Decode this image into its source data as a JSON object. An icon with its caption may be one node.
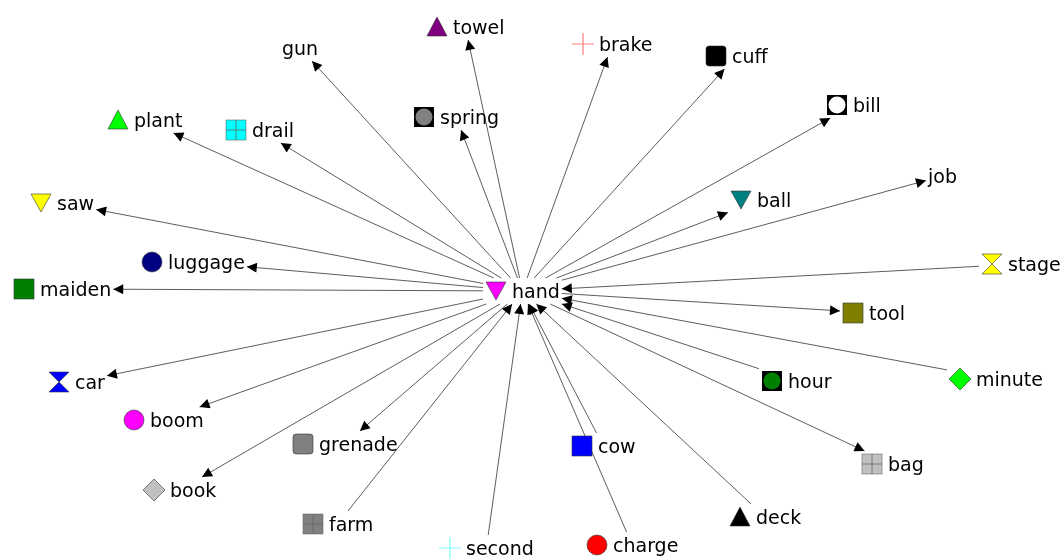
{
  "diagram": {
    "nodes": [
      {
        "text": [
          "hand"
        ]
      },
      {
        "text": [
          "gun"
        ]
      },
      {
        "text": [
          "towel"
        ]
      },
      {
        "text": [
          "brake"
        ]
      },
      {
        "text": [
          "cuff"
        ]
      },
      {
        "text": [
          "bill"
        ]
      },
      {
        "text": [
          "job"
        ]
      },
      {
        "text": [
          "ball"
        ]
      },
      {
        "text": [
          "spring"
        ]
      },
      {
        "text": [
          "drail"
        ]
      },
      {
        "text": [
          "plant"
        ]
      },
      {
        "text": [
          "saw"
        ]
      },
      {
        "text": [
          "luggage"
        ]
      },
      {
        "text": [
          "maiden"
        ]
      },
      {
        "text": [
          "stage"
        ]
      },
      {
        "text": [
          "tool"
        ]
      },
      {
        "text": [
          "minute"
        ]
      },
      {
        "text": [
          "hour"
        ]
      },
      {
        "text": [
          "car"
        ]
      },
      {
        "text": [
          "boom"
        ]
      },
      {
        "text": [
          "grenade"
        ]
      },
      {
        "text": [
          "cow"
        ]
      },
      {
        "text": [
          "bag"
        ]
      },
      {
        "text": [
          "book"
        ]
      },
      {
        "text": [
          "deck"
        ]
      },
      {
        "text": [
          "farm"
        ]
      },
      {
        "text": [
          "second"
        ]
      },
      {
        "text": [
          "charge"
        ]
      }
    ],
    "edges": [
      {
        "from": 0,
        "to": 1,
        "arrow": "to"
      },
      {
        "from": 0,
        "to": 2,
        "arrow": "to"
      },
      {
        "from": 0,
        "to": 3,
        "arrow": "to"
      },
      {
        "from": 0,
        "to": 4,
        "arrow": "to"
      },
      {
        "from": 0,
        "to": 5,
        "arrow": "to"
      },
      {
        "from": 0,
        "to": 6,
        "arrow": "to"
      },
      {
        "from": 0,
        "to": 7,
        "arrow": "to"
      },
      {
        "from": 0,
        "to": 8,
        "arrow": "to"
      },
      {
        "from": 0,
        "to": 9,
        "arrow": "to"
      },
      {
        "from": 0,
        "to": 10,
        "arrow": "to"
      },
      {
        "from": 0,
        "to": 11,
        "arrow": "to"
      },
      {
        "from": 0,
        "to": 12,
        "arrow": "to"
      },
      {
        "from": 0,
        "to": 13,
        "arrow": "to"
      },
      {
        "from": 14,
        "to": 0,
        "arrow": "to"
      },
      {
        "from": 0,
        "to": 15,
        "arrow": "to"
      },
      {
        "from": 16,
        "to": 0,
        "arrow": "to"
      },
      {
        "from": 17,
        "to": 0,
        "arrow": "to"
      },
      {
        "from": 0,
        "to": 18,
        "arrow": "to"
      },
      {
        "from": 0,
        "to": 19,
        "arrow": "to"
      },
      {
        "from": 0,
        "to": 20,
        "arrow": "to"
      },
      {
        "from": 21,
        "to": 0,
        "arrow": "to"
      },
      {
        "from": 0,
        "to": 22,
        "arrow": "to"
      },
      {
        "from": 0,
        "to": 23,
        "arrow": "to"
      },
      {
        "from": 24,
        "to": 0,
        "arrow": "to"
      },
      {
        "from": 25,
        "to": 0,
        "arrow": "to"
      },
      {
        "from": 26,
        "to": 0,
        "arrow": "to"
      },
      {
        "from": 27,
        "to": 0,
        "arrow": "to"
      }
    ]
  }
}
